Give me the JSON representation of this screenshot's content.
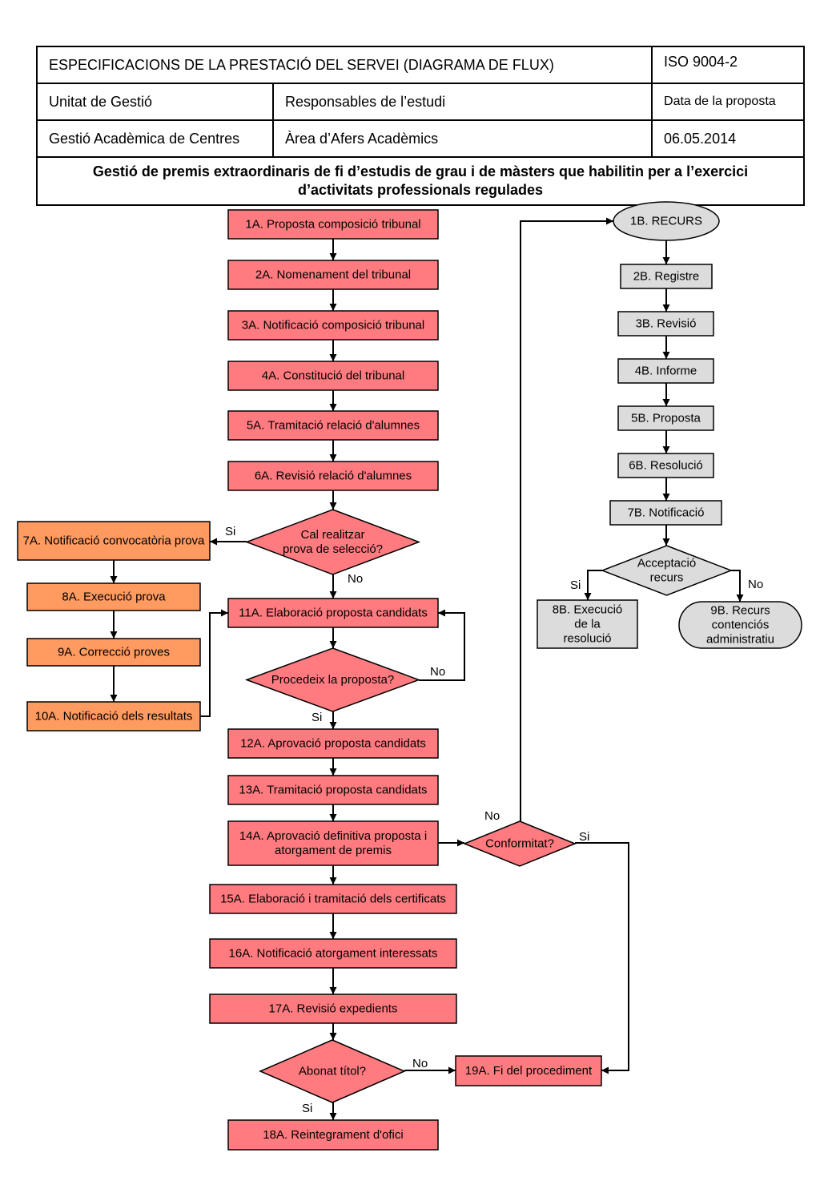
{
  "header": {
    "spec_title": "ESPECIFICACIONS DE LA PRESTACIÓ DEL SERVEI (DIAGRAMA DE FLUX)",
    "iso": "ISO 9004-2",
    "unit_label": "Unitat de Gestió",
    "resp_label": "Responsables de l’estudi",
    "date_label": "Data de la proposta",
    "unit_value": "Gestió Acadèmica de Centres",
    "resp_value": "Àrea d’Afers Acadèmics",
    "date_value": "06.05.2014",
    "process_title_line1": "Gestió de premis extraordinaris de fi d’estudis de grau i de màsters que habilitin per a l’exercici",
    "process_title_line2": "d’activitats professionals regulades"
  },
  "colors": {
    "main_step": "#ff7b80",
    "selection_step": "#ff9a61",
    "appeal_step": "#dcdcdc",
    "stroke": "#000000"
  },
  "nodes": {
    "n1A": [
      "1A. Proposta composició tribunal"
    ],
    "n2A": [
      "2A. Nomenament del tribunal"
    ],
    "n3A": [
      "3A. Notificació composició tribunal"
    ],
    "n4A": [
      "4A. Constitució del tribunal"
    ],
    "n5A": [
      "5A. Tramitació relació d'alumnes"
    ],
    "n6A": [
      "6A. Revisió relació d'alumnes"
    ],
    "d_prova": [
      "Cal realitzar",
      "prova de selecció?"
    ],
    "n7A": [
      "7A. Notificació convocatòria prova"
    ],
    "n8A": [
      "8A. Execució prova"
    ],
    "n9A": [
      "9A. Correcció proves"
    ],
    "n10A": [
      "10A. Notificació dels resultats"
    ],
    "n11A": [
      "11A. Elaboració proposta candidats"
    ],
    "d_procedeix": [
      "Procedeix la proposta?"
    ],
    "n12A": [
      "12A. Aprovació proposta candidats"
    ],
    "n13A": [
      "13A. Tramitació proposta candidats"
    ],
    "n14A": [
      "14A. Aprovació definitiva proposta i",
      "atorgament de premis"
    ],
    "d_conformitat": [
      "Conformitat?"
    ],
    "n15A": [
      "15A. Elaboració i tramitació dels certificats"
    ],
    "n16A": [
      "16A. Notificació atorgament interessats"
    ],
    "n17A": [
      "17A. Revisió expedients"
    ],
    "d_abonat": [
      "Abonat títol?"
    ],
    "n18A": [
      "18A. Reintegrament d'ofici"
    ],
    "n19A": [
      "19A. Fi del procediment"
    ],
    "n1B": [
      "1B. RECURS"
    ],
    "n2B": [
      "2B. Registre"
    ],
    "n3B": [
      "3B. Revisió"
    ],
    "n4B": [
      "4B. Informe"
    ],
    "n5B": [
      "5B. Proposta"
    ],
    "n6B": [
      "6B. Resolució"
    ],
    "n7B": [
      "7B. Notificació"
    ],
    "d_acceptacio": [
      "Acceptació",
      "recurs"
    ],
    "n8B": [
      "8B. Execució",
      "de la",
      "resolució"
    ],
    "n9B": [
      "9B. Recurs",
      "contenciós",
      "administratiu"
    ]
  },
  "edge_labels": {
    "prova_si": "Si",
    "prova_no": "No",
    "procedeix_no": "No",
    "procedeix_si": "Si",
    "conformitat_no": "No",
    "conformitat_si": "Si",
    "abonat_no": "No",
    "abonat_si": "Si",
    "acceptacio_si": "Si",
    "acceptacio_no": "No"
  }
}
